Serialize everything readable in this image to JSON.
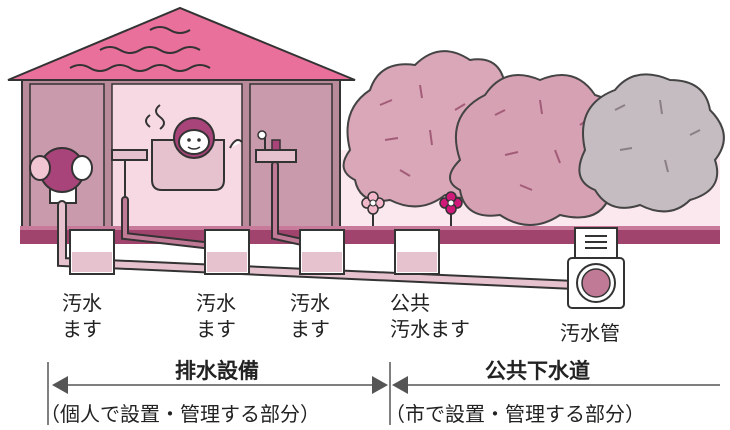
{
  "labels": {
    "masu1": [
      "汚水",
      "ます"
    ],
    "masu2": [
      "汚水",
      "ます"
    ],
    "masu3": [
      "汚水",
      "ます"
    ],
    "public_masu": [
      "公共",
      "汚水ます"
    ],
    "sewer_pipe": "汚水管"
  },
  "sections": {
    "private": {
      "title": "排水設備",
      "note": "（個人で設置・管理する部分）"
    },
    "public": {
      "title": "公共下水道",
      "note": "（市で設置・管理する部分）"
    }
  },
  "colors": {
    "roof": "#e8709a",
    "wall": "#b98a9a",
    "interior_light": "#f7d9e3",
    "ground": "#a0446e",
    "pipe": "#c07a96",
    "tree_pink": "#d9a7b8",
    "tree_gray": "#c4bcc0",
    "sky_band": "#fbe7ee"
  }
}
